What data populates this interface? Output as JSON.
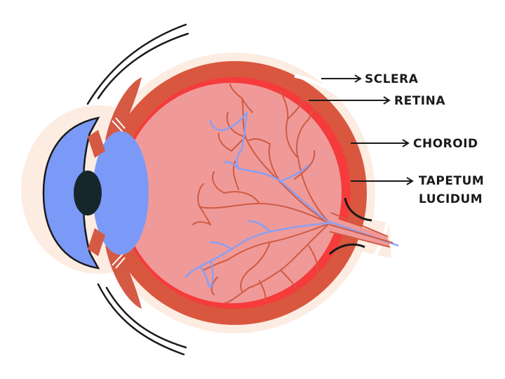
{
  "labels": {
    "sclera": "SCLERA",
    "retina": "RETINA",
    "choroid": "CHOROID",
    "tapetum_line1": "TAPETUM",
    "tapetum_line2": "LUCIDUM"
  },
  "colors": {
    "outer_glow": "#fdece2",
    "sclera": "#d9573f",
    "retina": "#f53b3b",
    "tapetum": "#ffffff",
    "vitreous": "#ef9a98",
    "cornea": "#7b9af7",
    "lens": "#7b9af7",
    "pupil": "#16262b",
    "vessel_red": "#d05a42",
    "vessel_blue": "#8a9ff2",
    "muscle": "#d45a44",
    "outline": "#1a1a1a"
  }
}
